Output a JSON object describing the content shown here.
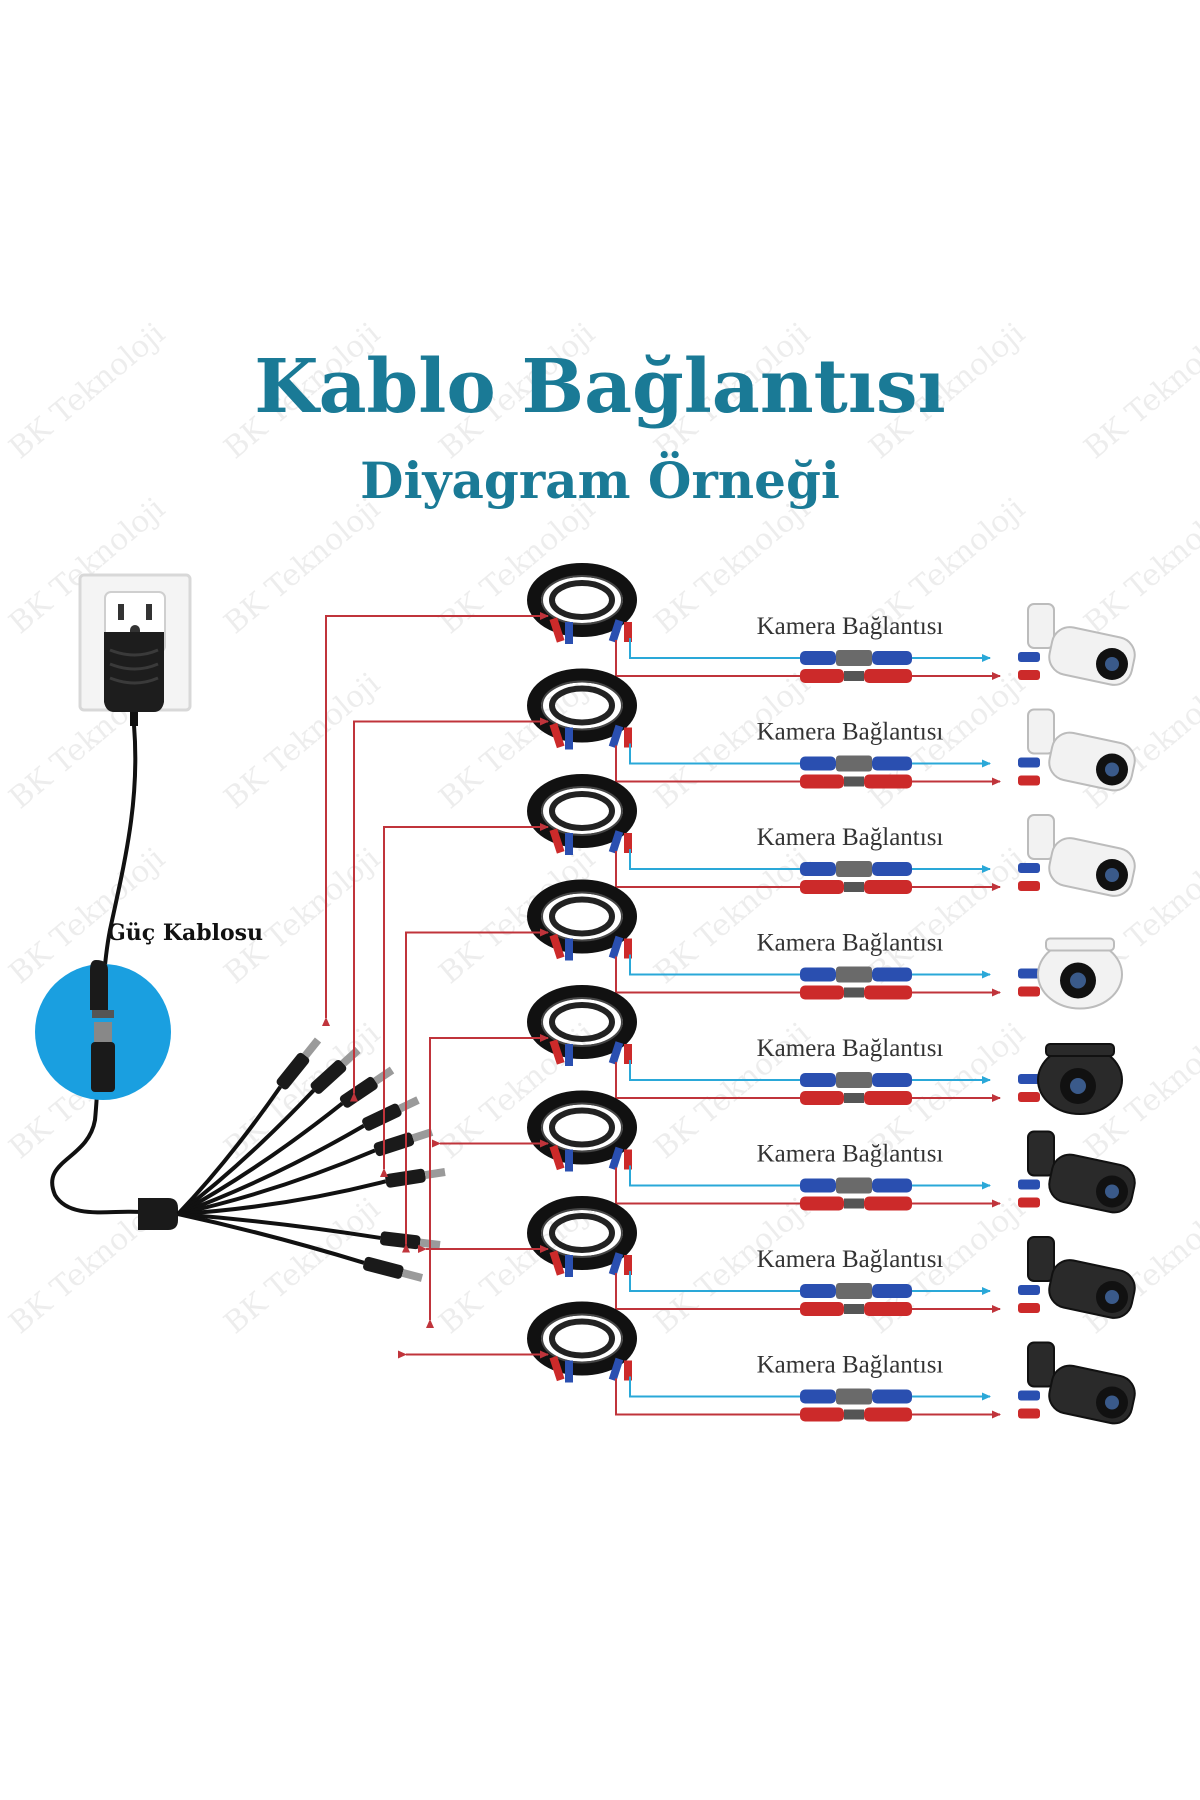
{
  "title": "Kablo Bağlantısı",
  "subtitle": "Diyagram Örneği",
  "power_label": "Güç Kablosu",
  "watermark": "BK Teknoloji",
  "connection_label": "Kamera Bağlantısı",
  "camera_count": 8,
  "colors": {
    "title": "#1a7a96",
    "power_arrow": "#c0343b",
    "video_arrow": "#2aa8d8",
    "bnc_blue": "#2a4fb0",
    "rca_red": "#cc2a2a",
    "highlight_circle": "#1a9fe0",
    "cable": "#111111"
  },
  "cameras": [
    {
      "icon": "bullet-camera-icon",
      "body": "white"
    },
    {
      "icon": "bullet-camera-icon",
      "body": "white"
    },
    {
      "icon": "bullet-camera-icon",
      "body": "white"
    },
    {
      "icon": "dome-camera-icon",
      "body": "white"
    },
    {
      "icon": "dome-camera-icon",
      "body": "black"
    },
    {
      "icon": "bullet-camera-icon",
      "body": "black"
    },
    {
      "icon": "bullet-camera-icon",
      "body": "black"
    },
    {
      "icon": "bullet-camera-icon",
      "body": "black"
    }
  ]
}
